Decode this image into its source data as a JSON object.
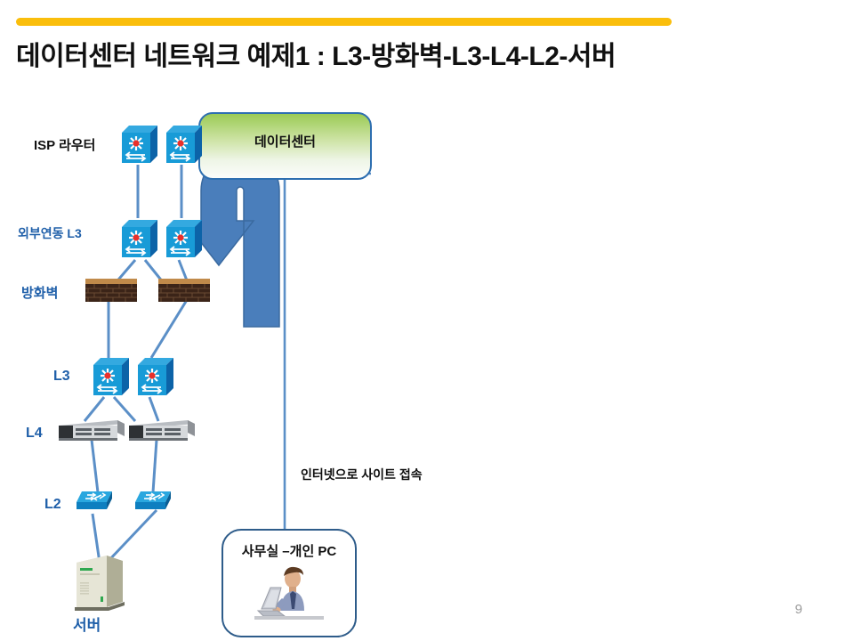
{
  "slide": {
    "title": "데이터센터 네트워크 예제1 : L3-방화벽-L3-L4-L2-서버",
    "page_number": "9",
    "accent_color": "#FABE0C",
    "label_blue": "#1F5FA9",
    "link_blue": "#5B8FC7"
  },
  "diagram": {
    "labels": {
      "isp_router": "ISP 라우터",
      "external_l3": "외부연동 L3",
      "firewall": "방화벽",
      "l3": "L3",
      "l4": "L4",
      "l2": "L2",
      "server": "서버",
      "internet_access": "인터넷으로 사이트 접속"
    },
    "datacenter_box": {
      "label": "데이터센터",
      "border_color": "#2E6FB0",
      "fill_top": "#9BCB55",
      "fill_bottom": "#FBFDFA"
    },
    "office_pc_box": {
      "label": "사무실 –개인 PC",
      "border_color": "#2E5C8A"
    },
    "flow_arrow": {
      "name": "u-turn-flow-arrow",
      "color": "#4A7EBB",
      "direction": "down"
    },
    "tiers": [
      {
        "name": "isp-router",
        "label": "ISP 라우터",
        "icon": "router-icon",
        "count": 2
      },
      {
        "name": "external-l3",
        "label": "외부연동 L3",
        "icon": "router-icon",
        "count": 2
      },
      {
        "name": "firewall",
        "label": "방화벽",
        "icon": "firewall-icon",
        "count": 2
      },
      {
        "name": "l3",
        "label": "L3",
        "icon": "router-icon",
        "count": 2
      },
      {
        "name": "l4",
        "label": "L4",
        "icon": "appliance-icon",
        "count": 2
      },
      {
        "name": "l2",
        "label": "L2",
        "icon": "switch-icon",
        "count": 2
      },
      {
        "name": "server",
        "label": "서버",
        "icon": "server-icon",
        "count": 1
      }
    ]
  }
}
